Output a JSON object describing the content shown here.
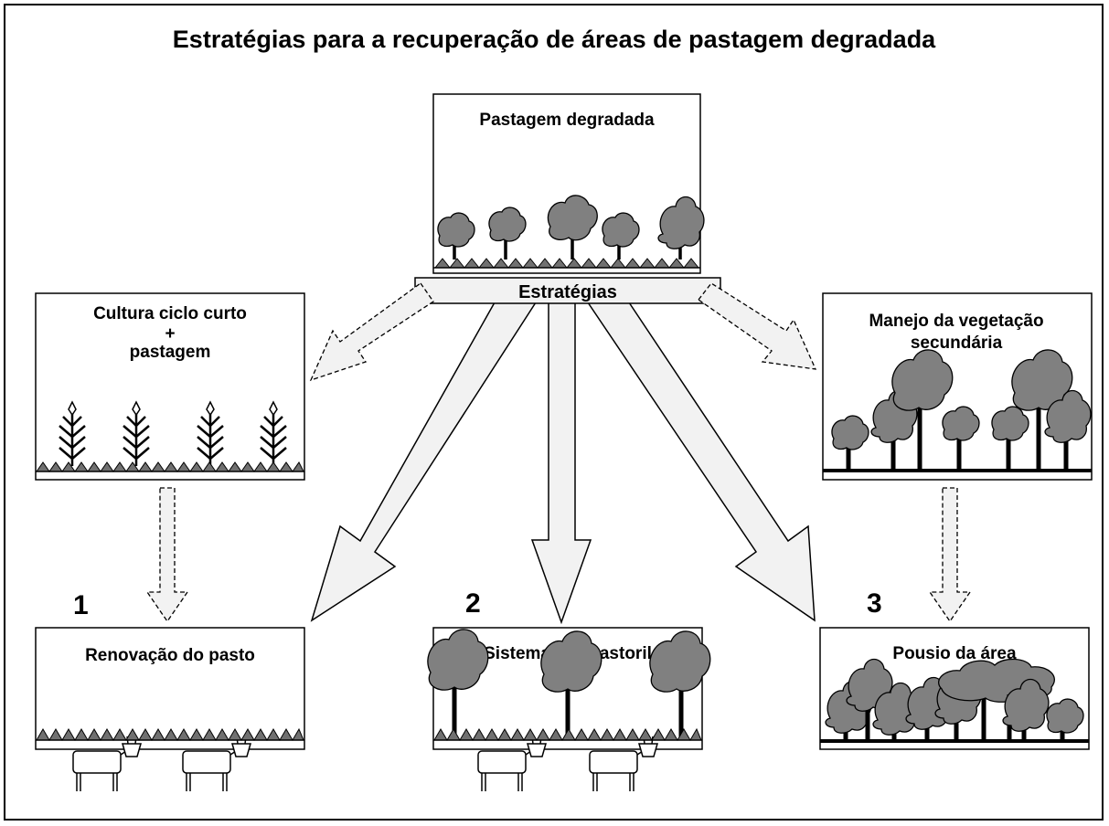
{
  "title": "Estratégias para a recuperação de áreas de pastagem degradada",
  "center_label": "Estratégias",
  "boxes": {
    "top": "Pastagem degradada",
    "left_line1": "Cultura ciclo curto",
    "left_plus": "+",
    "left_line2": "pastagem",
    "right_line1": "Manejo da vegetação",
    "right_line2": "secundária",
    "result1": "Renovação do pasto",
    "result2": "Sistema silvipastoril",
    "result3": "Pousio da área"
  },
  "numbers": {
    "n1": "1",
    "n2": "2",
    "n3": "3"
  },
  "colors": {
    "foliage": "#808080",
    "arrow_fill": "#f2f2f2",
    "stroke": "#000000"
  }
}
